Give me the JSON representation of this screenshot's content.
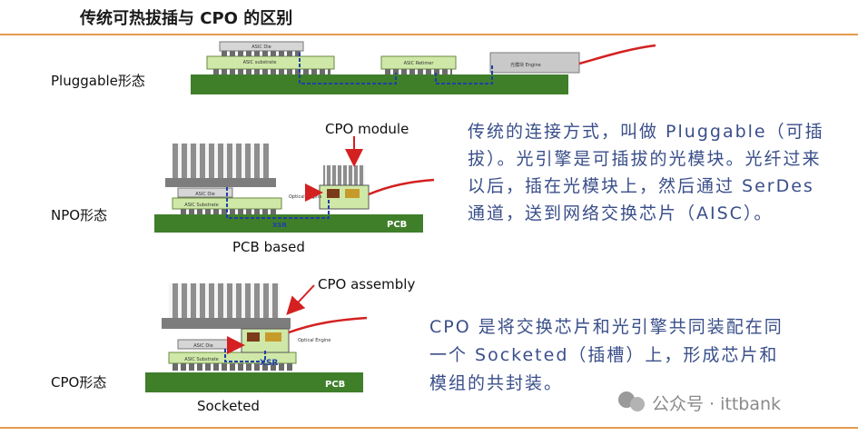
{
  "header": {
    "title": "传统可热拔插与 CPO 的区别"
  },
  "rows": {
    "pluggable": {
      "label": "Pluggable形态",
      "parts": {
        "asic_die": "ASIC Die",
        "asic_substrate": "ASIC substrate",
        "asic_retimer": "ASIC Retimer",
        "module": "光模块 Engine"
      }
    },
    "npo": {
      "label": "NPO形态",
      "module_label": "CPO module",
      "caption": "PCB based",
      "parts": {
        "asic_die": "ASIC Die",
        "asic_substrate": "ASIC Substrate",
        "optical_engine": "Optical Engine",
        "xsr": "XSR",
        "pcb": "PCB"
      }
    },
    "cpo": {
      "label": "CPO形态",
      "assembly_label": "CPO assembly",
      "caption": "Socketed",
      "parts": {
        "asic_die": "ASIC Die",
        "asic_substrate": "ASIC Substrate",
        "optical_engine": "Optical Engine",
        "xsr": "XSR",
        "pcb": "PCB"
      }
    }
  },
  "descriptions": {
    "pluggable": "传统的连接方式，叫做 Pluggable（可插拔）。光引擎是可插拔的光模块。光纤过来以后，插在光模块上，然后通过 SerDes 通道，送到网络交换芯片（AISC）。",
    "cpo": "CPO 是将交换芯片和光引擎共同装配在同一个 Socketed（插槽）上，形成芯片和模组的共封装。"
  },
  "watermark": "公众号 · ittbank",
  "colors": {
    "accent_rule": "#e39b4e",
    "pcb_green": "#3f7f2a",
    "substrate_green": "#cfe8a8",
    "heatsink_gray": "#8c8c8c",
    "signal_blue": "#1f3fa8",
    "fiber_red": "#d42020",
    "text_blue": "#3a4f8a"
  }
}
